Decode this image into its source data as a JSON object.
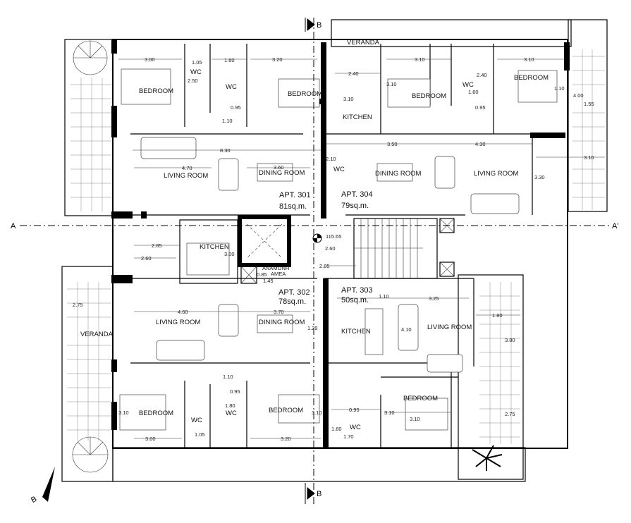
{
  "sections": {
    "a_left": "A",
    "a_right": "A'",
    "b_top": "B",
    "b_bottom": "B",
    "b_corner": "B"
  },
  "apartments": [
    {
      "name": "APT. 301",
      "area": "81sq.m."
    },
    {
      "name": "APT. 304",
      "area": "79sq.m."
    },
    {
      "name": "APT. 302",
      "area": "78sq.m."
    },
    {
      "name": "APT. 303",
      "area": "50sq.m."
    }
  ],
  "rooms": [
    "BEDROOM",
    "WC",
    "WC",
    "BEDROOM",
    "LIVING ROOM",
    "DINING ROOM",
    "VERANDA",
    "KITCHEN",
    "BEDROOM",
    "WC",
    "BEDROOM",
    "WC",
    "DINING ROOM",
    "LIVING ROOM",
    "KITCHEN",
    "ANAMONH",
    "AMEA",
    "KITCHEN",
    "LIVING ROOM",
    "LIVING ROOM",
    "DINING ROOM",
    "VERANDA",
    "BEDROOM",
    "WC",
    "WC",
    "BEDROOM",
    "BEDROOM",
    "WC"
  ],
  "dimensions": [
    "3.00",
    "1.05",
    "1.60",
    "3.20",
    "2.50",
    "0.95",
    "1.10",
    "8.30",
    "4.70",
    "3.60",
    "2.40",
    "3.10",
    "3.10",
    "3.10",
    "2.40",
    "1.60",
    "0.95",
    "3.10",
    "1.10",
    "4.00",
    "1.55",
    "3.50",
    "4.30",
    "3.10",
    "2.10",
    "3.30",
    "2.85",
    "2.60",
    "3.00",
    "115.65",
    "2.60",
    "2.85",
    "0.85",
    "1.45",
    "1.10",
    "3.25",
    "4.10",
    "1.80",
    "3.80",
    "4.60",
    "3.70",
    "1.29",
    "2.75",
    "1.10",
    "0.95",
    "1.80",
    "3.10",
    "3.00",
    "1.05",
    "3.20",
    "3.10",
    "0.95",
    "3.10",
    "3.10",
    "2.75",
    "1.60",
    "1.70"
  ]
}
